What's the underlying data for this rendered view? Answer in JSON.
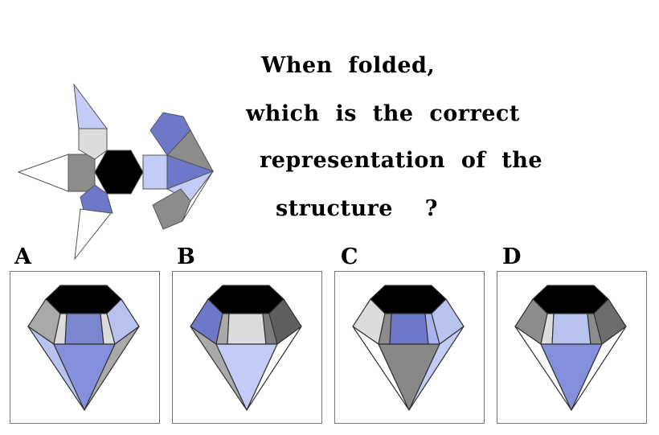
{
  "question": {
    "line1": "When  folded,",
    "line2": "which  is  the  correct",
    "line3": "representation  of  the",
    "line4": "structure    ?"
  },
  "options": [
    {
      "label": "A",
      "colors": {
        "left": "#a9a9a9",
        "leftMid": "#dcdcdc",
        "mid": "#7b86cf",
        "rightMid": "#dcdcdc",
        "right": "#b8c3ef",
        "lowLeft": "#b8c3ef",
        "lowMid": "#8590dc",
        "lowRight": "#a9a9a9"
      }
    },
    {
      "label": "B",
      "colors": {
        "left": "#6d78c8",
        "leftMid": "#a9a9a9",
        "mid": "#dcdcdc",
        "rightMid": "#7c7c7c",
        "right": "#5f5f5f",
        "lowLeft": "#a9a9a9",
        "lowMid": "#c3cbf6",
        "lowRight": "#ffffff"
      }
    },
    {
      "label": "C",
      "colors": {
        "left": "#dcdcdc",
        "leftMid": "#8c8c8c",
        "mid": "#6d78c8",
        "rightMid": "#a9b4ee",
        "right": "#b8c3ef",
        "lowLeft": "#ffffff",
        "lowMid": "#888888",
        "lowRight": "#c3cbf6"
      }
    },
    {
      "label": "D",
      "colors": {
        "left": "#8c8c8c",
        "leftMid": "#dcdcdc",
        "mid": "#b8c3ef",
        "rightMid": "#8c8c8c",
        "right": "#6d6d6d",
        "lowLeft": "#ffffff",
        "lowMid": "#8590dc",
        "lowRight": "#ffffff"
      }
    }
  ],
  "net_colors": {
    "hexagon": "#000000",
    "gray": "#8c8c8c",
    "light_gray": "#dcdcdc",
    "blue": "#6d78c8",
    "light_blue": "#c3cbf6",
    "white": "#ffffff"
  }
}
